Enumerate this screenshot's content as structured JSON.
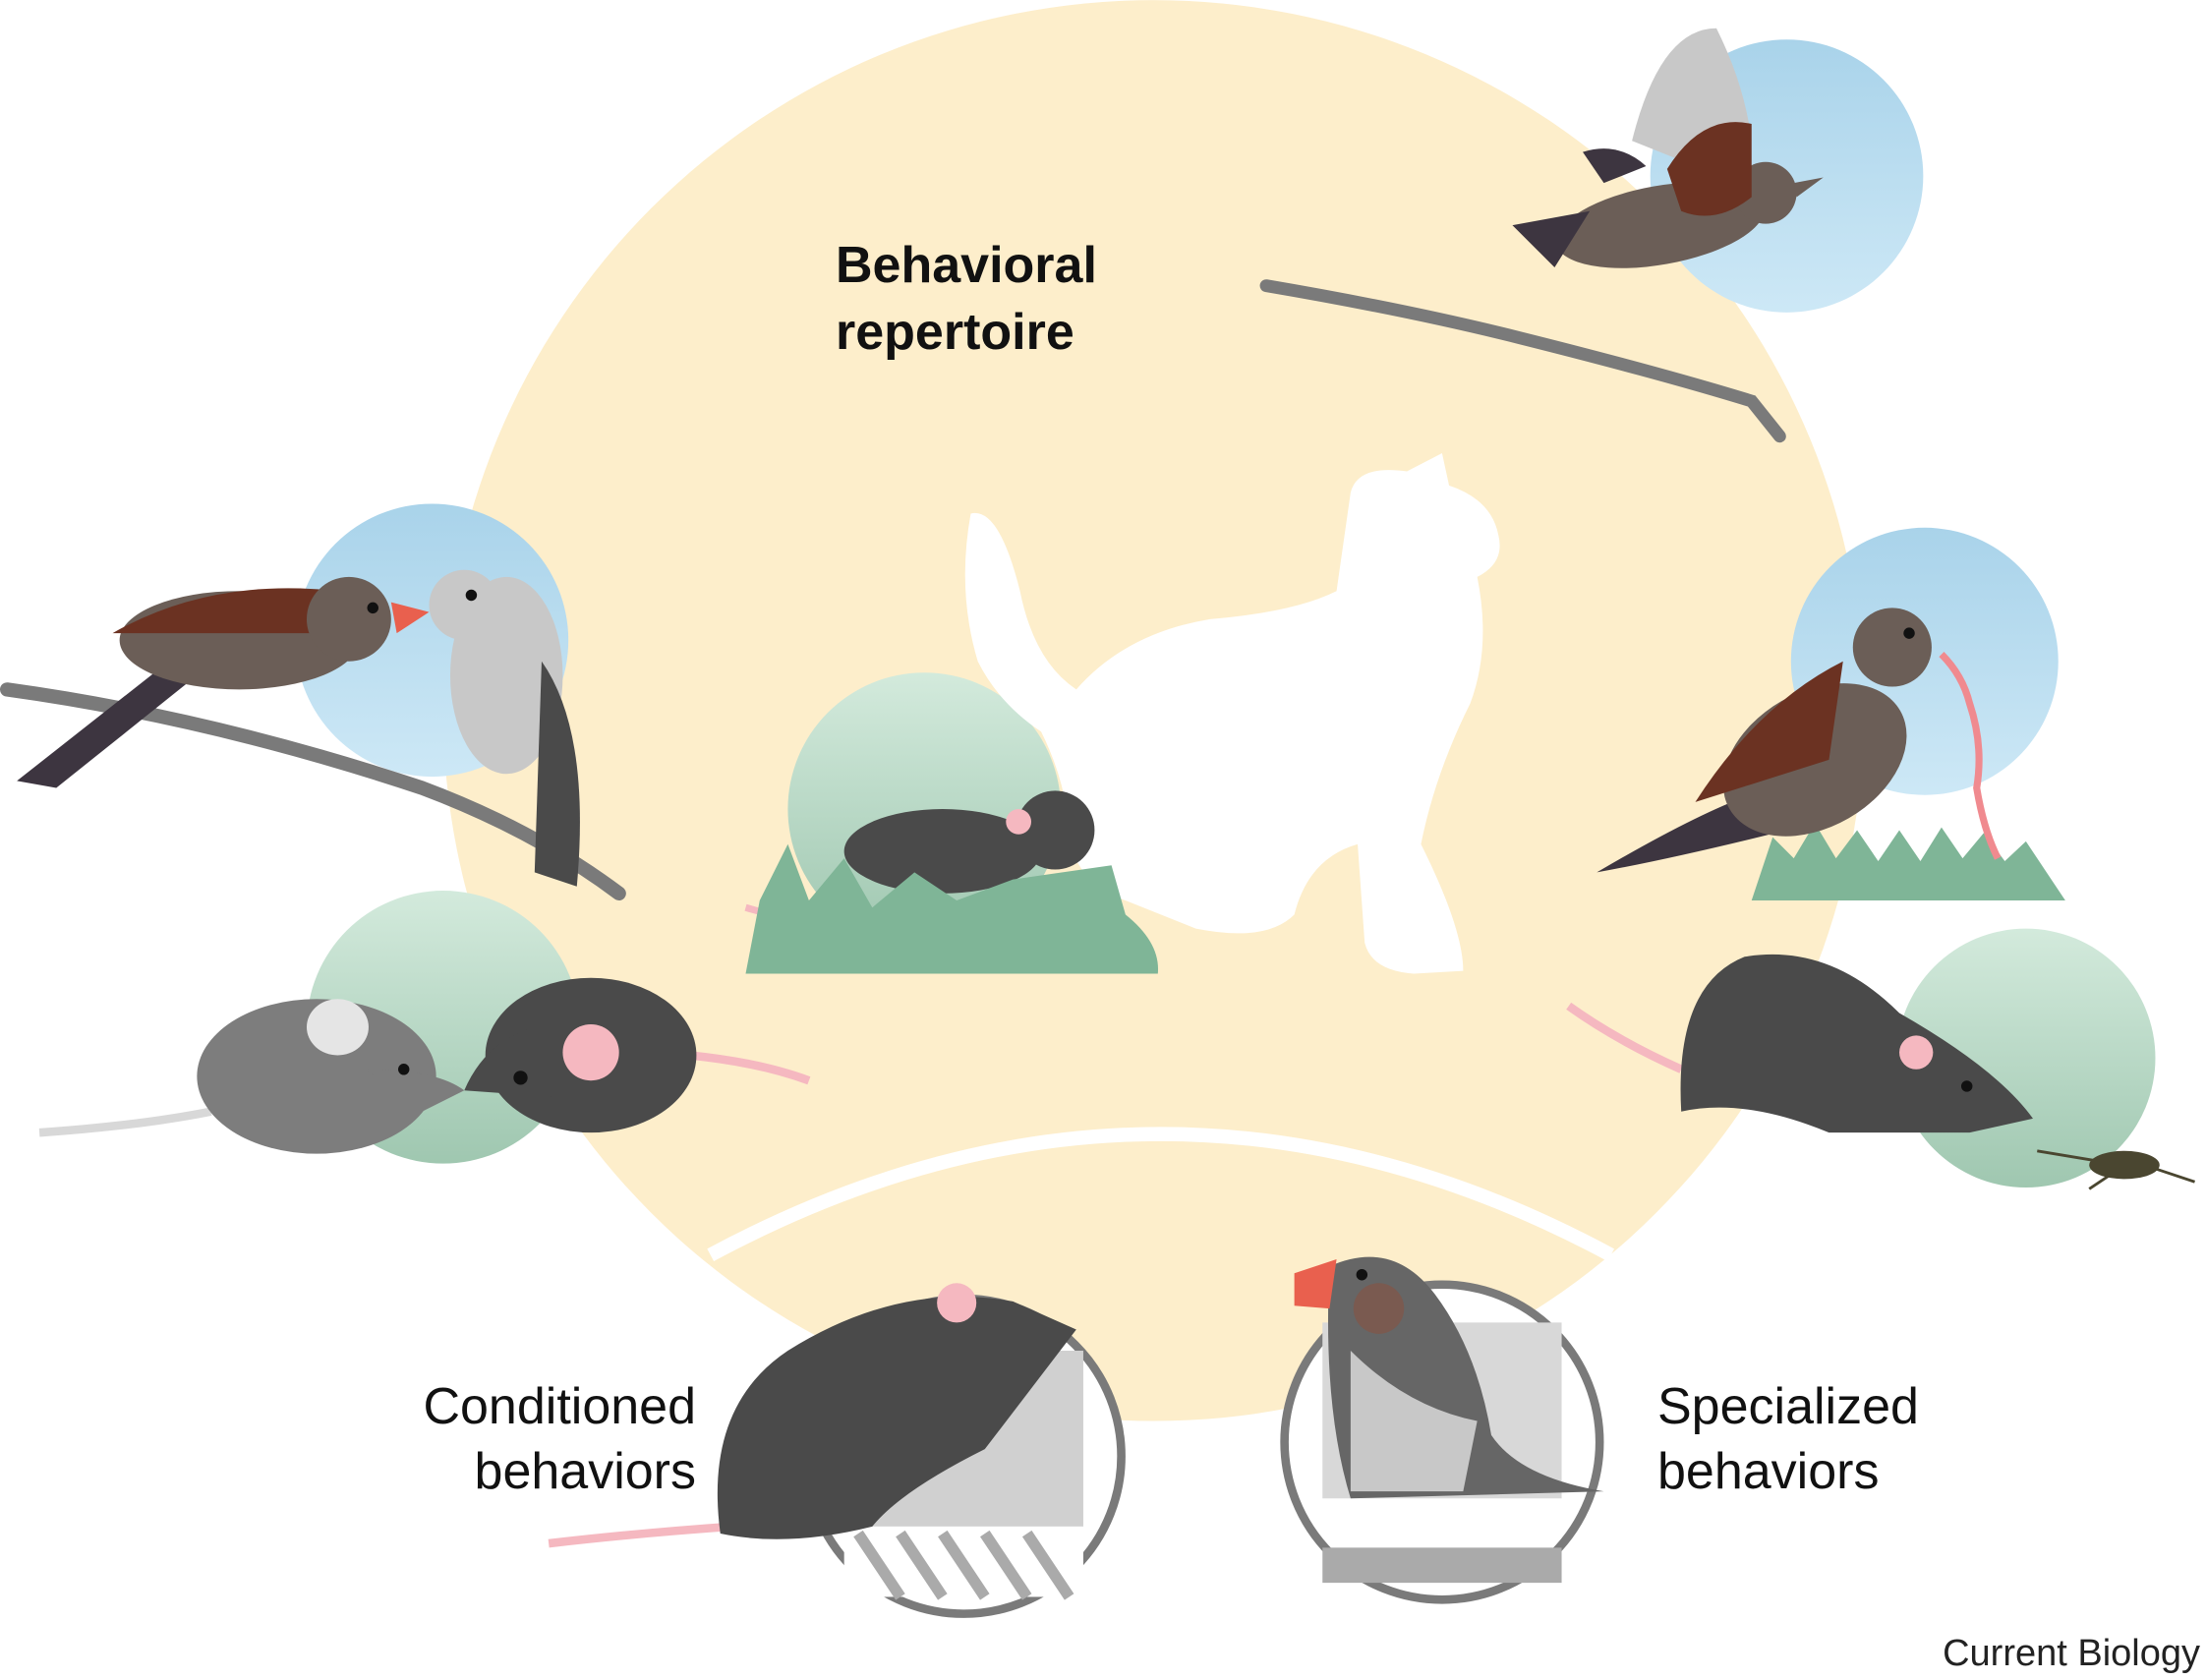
{
  "labels": {
    "center_title_line1": "Behavioral",
    "center_title_line2": "repertoire",
    "left_label_line1": "Conditioned",
    "left_label_line2": "behaviors",
    "right_label_line1": "Specialized",
    "right_label_line2": "behaviors",
    "credit": "Current Biology"
  },
  "colors": {
    "repertoire_circle": "#fdeecb",
    "blue_halo": "#bde0f2",
    "green_halo": "#c8e4d6",
    "grass": "#7fb597",
    "mouse_dark": "#4a4a4a",
    "mouse_gray": "#7d7d7d",
    "bird_body": "#6b5e57",
    "bird_wing": "#6b3222",
    "pink": "#f5b8c0"
  },
  "icons": [
    "cat-silhouette",
    "songbird-flying",
    "birds-feeding",
    "bird-with-worm",
    "mouse-in-grass",
    "mice-social",
    "mouse-hunting-cricket",
    "mouse-in-operant-box",
    "finch-in-chamber"
  ]
}
